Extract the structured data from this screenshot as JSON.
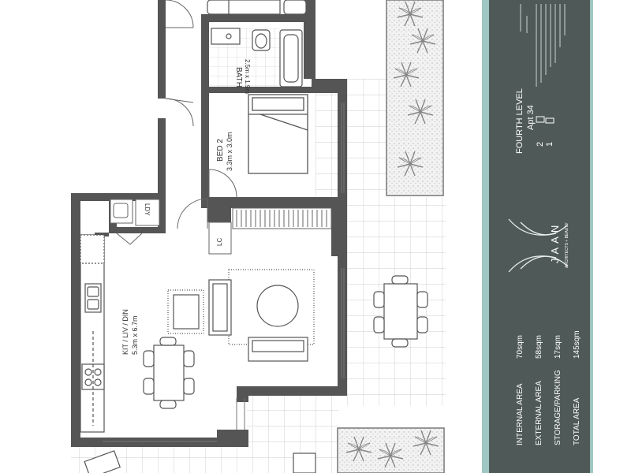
{
  "plan": {
    "rooms": {
      "bath": {
        "name": "BATH",
        "size": "2.5m x 1.9m"
      },
      "bed2": {
        "name": "BED 2",
        "size": "3.3m x 3.0m"
      },
      "kit": {
        "name": "KIT / LIV / DIN",
        "size": "5.3m x 6.7m"
      },
      "ldy": "LDY",
      "lc": "LC"
    }
  },
  "panel": {
    "level": "FOURTH LEVEL",
    "apt": "Apt 34",
    "beds": "2",
    "baths": "1",
    "logo": "JAAN",
    "logo_sub": "ARCHITECTS + BEAUTY",
    "areas": [
      {
        "label": "INTERNAL AREA",
        "value": "70sqm"
      },
      {
        "label": "EXTERNAL AREA",
        "value": "58sqm"
      },
      {
        "label": "STORAGE/PARKING",
        "value": "17sqm"
      },
      {
        "label": "TOTAL AREA",
        "value": "145sqm"
      }
    ]
  },
  "colors": {
    "wall": "#555555",
    "panel": "#4f5a58",
    "panel_edge": "#9ec6c2",
    "tile": "#bbbbbb"
  }
}
